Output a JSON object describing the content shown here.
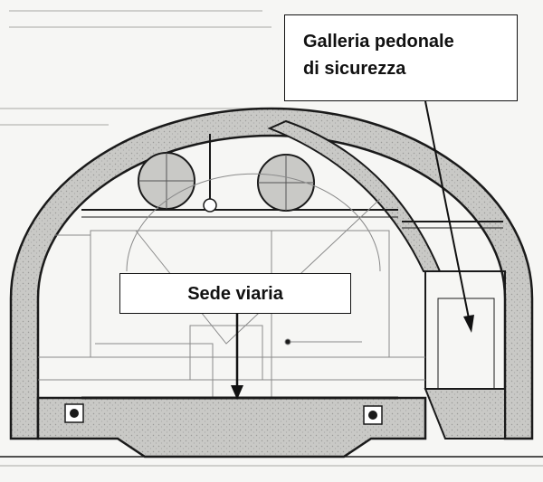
{
  "figure": {
    "labels": {
      "gallery_line1": "Galleria pedonale",
      "gallery_line2": "di sicurezza",
      "road": "Sede viaria"
    },
    "colors": {
      "ink": "#1a1a1a",
      "concrete": "#c9c9c6",
      "paper": "#f6f6f4",
      "faint_lines": "#9a9a9a"
    },
    "icons": [
      "ventilation-fan-icon",
      "ventilation-fan-icon",
      "drain-icon",
      "drain-icon",
      "light-fixture-icon"
    ]
  }
}
